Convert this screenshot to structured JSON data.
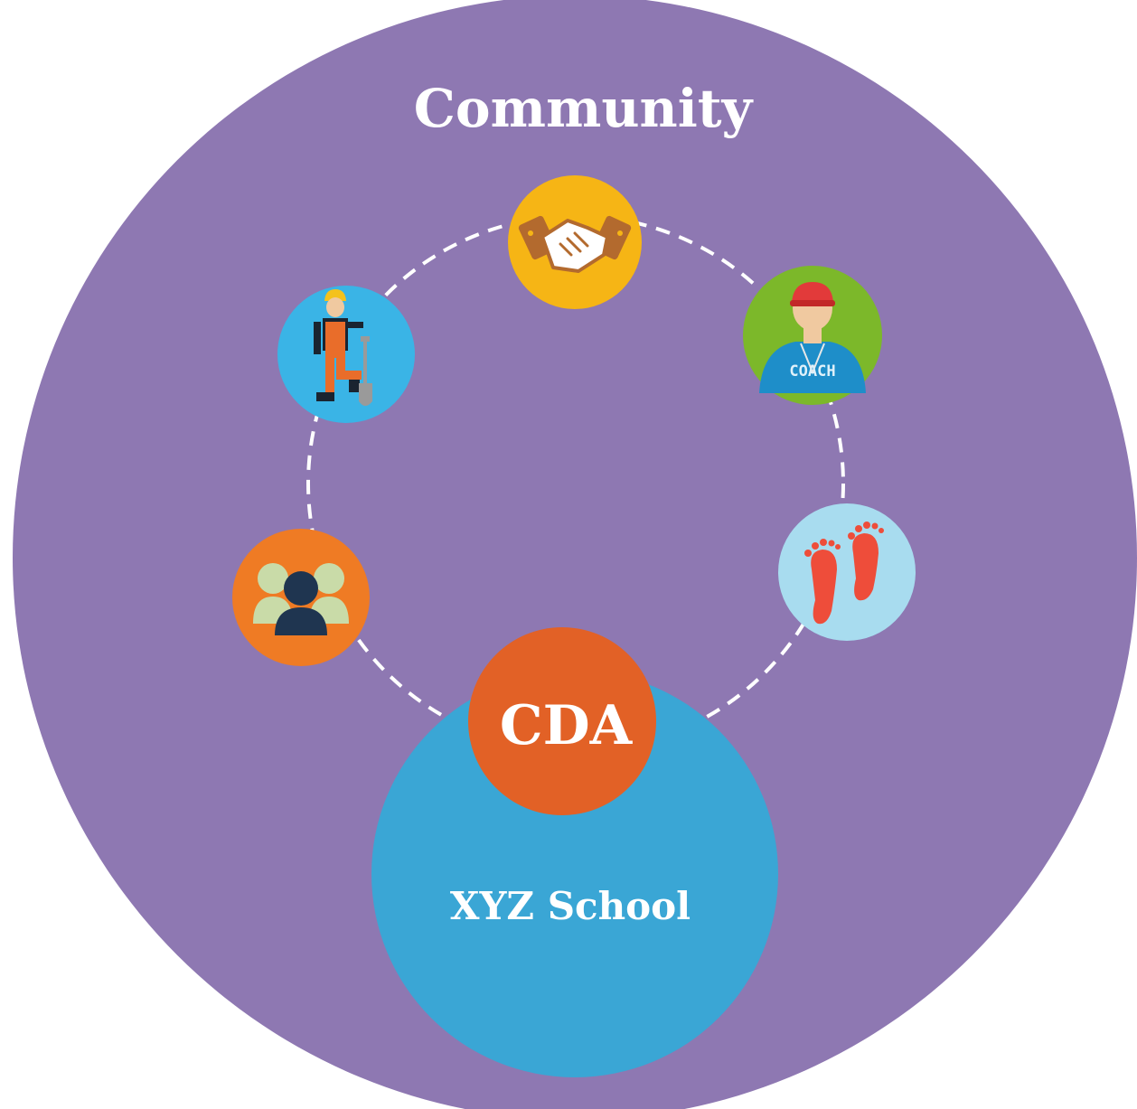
{
  "diagram": {
    "outer_label": "Community",
    "center_label": "CDA",
    "school_label": "XYZ School",
    "coach_shirt_text": "COACH",
    "colors": {
      "community": "#8e78b2",
      "school": "#3aa6d5",
      "cda": "#e26126",
      "ring": "#ffffff"
    },
    "nodes": [
      {
        "name": "handshake-node",
        "icon": "handshake-icon",
        "bg": "#f6b515"
      },
      {
        "name": "coach-node",
        "icon": "coach-icon",
        "bg": "#7cb82a"
      },
      {
        "name": "footprints-node",
        "icon": "footprints-icon",
        "bg": "#a8dcef"
      },
      {
        "name": "people-node",
        "icon": "people-group-icon",
        "bg": "#ef7b24"
      },
      {
        "name": "worker-node",
        "icon": "construction-worker-icon",
        "bg": "#3ab4e6"
      }
    ]
  }
}
